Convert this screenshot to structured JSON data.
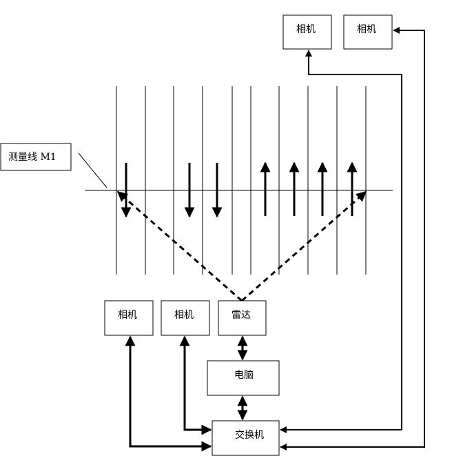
{
  "diagram": {
    "title": "",
    "nodes": {
      "camera_top_left": {
        "label": "相机"
      },
      "camera_top_right": {
        "label": "相机"
      },
      "camera_bottom_left": {
        "label": "相机"
      },
      "camera_bottom_middle": {
        "label": "相机"
      },
      "radar": {
        "label": "雷达"
      },
      "computer": {
        "label": "电脑"
      },
      "switch": {
        "label": "交换机"
      }
    },
    "measurement_line_label": "测量线 M1",
    "lanes": {
      "count": 10
    },
    "traffic_arrows": [
      {
        "direction": "down"
      },
      {
        "direction": "down"
      },
      {
        "direction": "down"
      },
      {
        "direction": "up"
      },
      {
        "direction": "up"
      },
      {
        "direction": "up"
      },
      {
        "direction": "up"
      }
    ],
    "connections": [
      {
        "from": "radar",
        "to": "computer",
        "type": "bidirectional"
      },
      {
        "from": "computer",
        "to": "switch",
        "type": "bidirectional"
      },
      {
        "from": "camera_bottom_left",
        "to": "switch",
        "type": "bidirectional"
      },
      {
        "from": "camera_bottom_middle",
        "to": "switch",
        "type": "bidirectional"
      },
      {
        "from": "camera_top_left",
        "to": "switch",
        "type": "bidirectional"
      },
      {
        "from": "camera_top_right",
        "to": "switch",
        "type": "bidirectional"
      },
      {
        "from": "radar",
        "to": "measurement_line_left",
        "type": "dashed-beam"
      },
      {
        "from": "radar",
        "to": "measurement_line_right",
        "type": "dashed-beam"
      }
    ]
  }
}
